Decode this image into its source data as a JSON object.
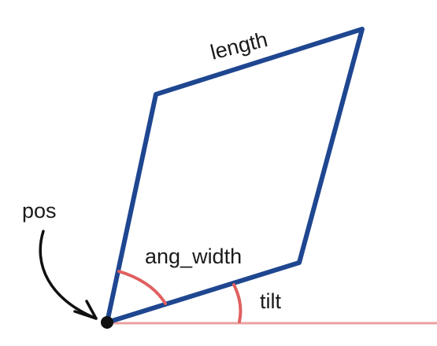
{
  "labels": {
    "length": "length",
    "pos": "pos",
    "ang_width": "ang_width",
    "tilt": "tilt"
  },
  "colors": {
    "parallelogram": "#1f4690",
    "angle_arc": "#e06060",
    "baseline": "#eaa0a0",
    "pointer": "#111111"
  }
}
